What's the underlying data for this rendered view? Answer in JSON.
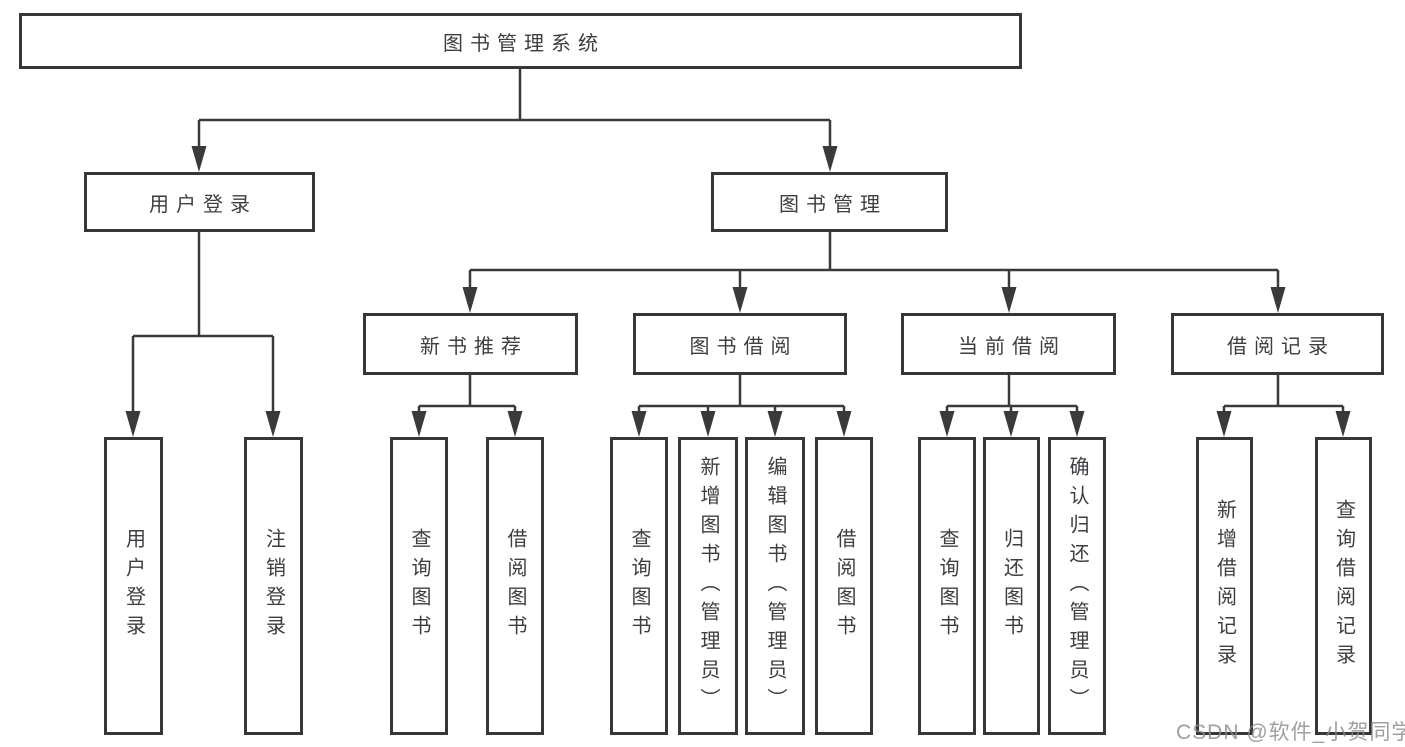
{
  "diagram": {
    "type": "tree",
    "title": "图书管理系统",
    "nodes": {
      "root": "图书管理系统",
      "user_login": "用户登录",
      "book_management": "图书管理",
      "new_book_recommend": "新书推荐",
      "book_borrow": "图书借阅",
      "current_borrow": "当前借阅",
      "borrow_records": "借阅记录",
      "leaf_user_login": "用户登录",
      "leaf_logout": "注销登录",
      "rec_query_books": "查询图书",
      "rec_borrow_books": "借阅图书",
      "bor_query_books": "查询图书",
      "bor_add_books": "新增图书（管理员）",
      "bor_edit_books": "编辑图书（管理员）",
      "bor_borrow_books": "借阅图书",
      "cur_query_books": "查询图书",
      "cur_return_books": "归还图书",
      "cur_confirm_return": "确认归还（管理员）",
      "rcd_add_record": "新增借阅记录",
      "rcd_query_record": "查询借阅记录"
    },
    "edges": [
      [
        "root",
        "user_login"
      ],
      [
        "root",
        "book_management"
      ],
      [
        "user_login",
        "leaf_user_login"
      ],
      [
        "user_login",
        "leaf_logout"
      ],
      [
        "book_management",
        "new_book_recommend"
      ],
      [
        "book_management",
        "book_borrow"
      ],
      [
        "book_management",
        "current_borrow"
      ],
      [
        "book_management",
        "borrow_records"
      ],
      [
        "new_book_recommend",
        "rec_query_books"
      ],
      [
        "new_book_recommend",
        "rec_borrow_books"
      ],
      [
        "book_borrow",
        "bor_query_books"
      ],
      [
        "book_borrow",
        "bor_add_books"
      ],
      [
        "book_borrow",
        "bor_edit_books"
      ],
      [
        "book_borrow",
        "bor_borrow_books"
      ],
      [
        "current_borrow",
        "cur_query_books"
      ],
      [
        "current_borrow",
        "cur_return_books"
      ],
      [
        "current_borrow",
        "cur_confirm_return"
      ],
      [
        "borrow_records",
        "rcd_add_record"
      ],
      [
        "borrow_records",
        "rcd_query_record"
      ]
    ],
    "colors": {
      "line": "#3a3a3a",
      "box_border": "#373737",
      "text": "#3e3e42",
      "background": "#ffffff",
      "watermark_text": "#8a8a8a"
    }
  },
  "watermark": {
    "text": "CSDN @软件_小贺同学"
  }
}
